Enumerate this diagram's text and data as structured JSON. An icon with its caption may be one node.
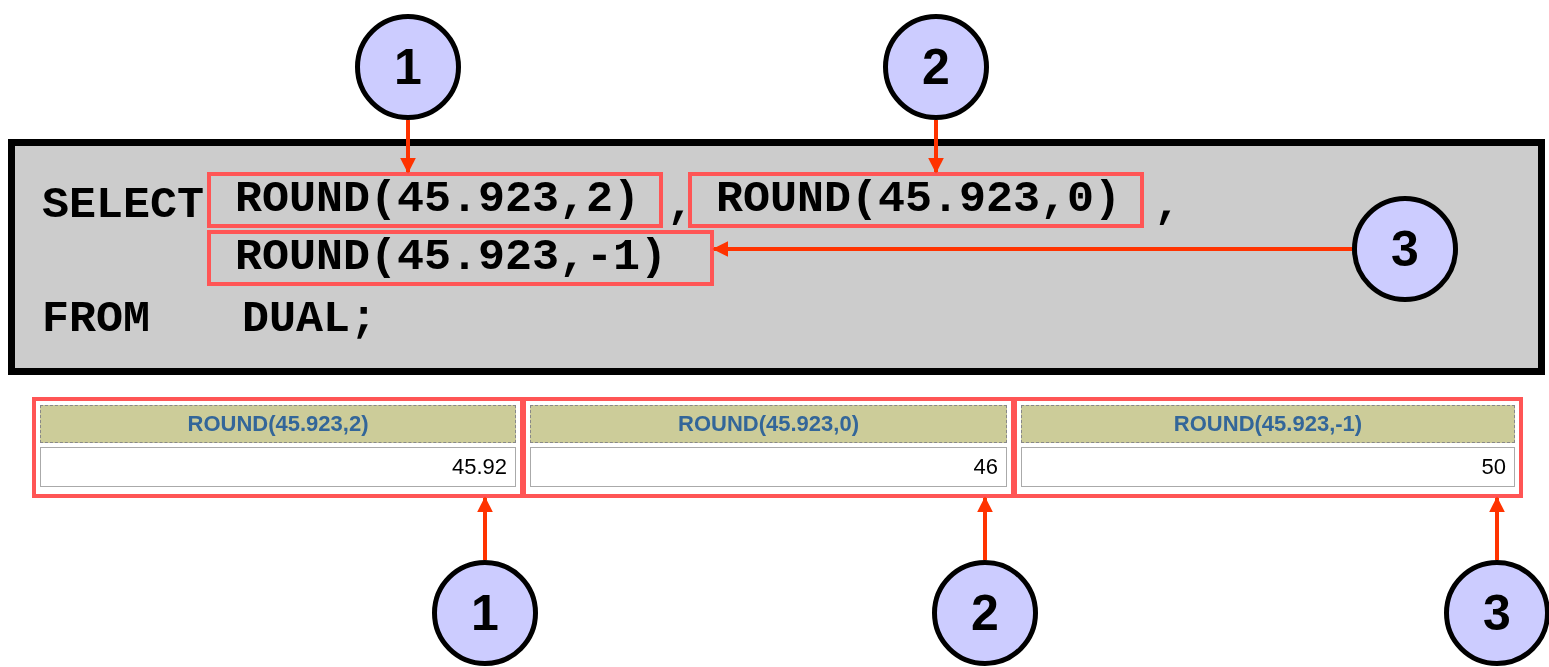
{
  "diagram": {
    "nodes": [
      {
        "text": [
          "1"
        ]
      },
      {
        "text": [
          "2"
        ]
      },
      {
        "text": [
          "SELECT",
          ",",
          ",",
          "FROM",
          "DUAL;"
        ]
      },
      {
        "text": [
          "ROUND(45.923,2)"
        ],
        "in": 2
      },
      {
        "text": [
          "ROUND(45.923,0)"
        ],
        "in": 2
      },
      {
        "text": [
          "3"
        ],
        "in": 2
      },
      {
        "text": [
          "ROUND(45.923,-1)"
        ],
        "in": 2
      },
      {
        "text": [
          "ROUND(45.923,2)",
          "45.92"
        ]
      },
      {
        "text": [
          "ROUND(45.923,0)",
          "46"
        ]
      },
      {
        "text": [
          "ROUND(45.923,-1)",
          "50"
        ]
      },
      {
        "text": [
          "1"
        ]
      },
      {
        "text": [
          "2"
        ]
      },
      {
        "text": [
          "3"
        ]
      }
    ],
    "edges": [
      {
        "from": 0,
        "to": 3,
        "arrow": "to"
      },
      {
        "from": 1,
        "to": 4,
        "arrow": "to"
      },
      {
        "from": 5,
        "to": 6,
        "arrow": "to"
      },
      {
        "from": 10,
        "to": 7,
        "arrow": "to"
      },
      {
        "from": 11,
        "to": 8,
        "arrow": "to"
      },
      {
        "from": 12,
        "to": 9,
        "arrow": "to"
      }
    ]
  }
}
